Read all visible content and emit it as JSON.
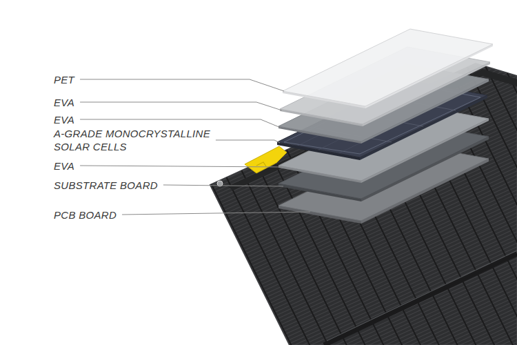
{
  "diagram": {
    "labels": [
      "PET",
      "EVA",
      "EVA",
      "A-GRADE MONOCRYSTALLINE SOLAR CELLS",
      "EVA",
      "SUBSTRATE BOARD",
      "PCB BOARD"
    ]
  }
}
